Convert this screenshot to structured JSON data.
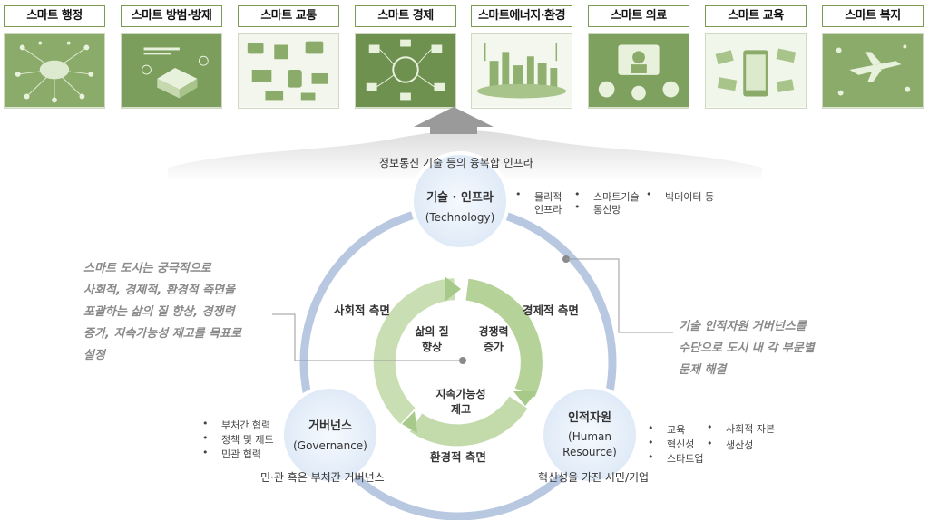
{
  "services": [
    {
      "label": "스마트 행정",
      "icon": "cloud-network-icon"
    },
    {
      "label": "스마트 방범·방재",
      "icon": "security-house-icon"
    },
    {
      "label": "스마트 교통",
      "icon": "traffic-icon"
    },
    {
      "label": "스마트 경제",
      "icon": "economy-icon"
    },
    {
      "label": "스마트에너지·환경",
      "icon": "energy-city-icon"
    },
    {
      "label": "스마트 의료",
      "icon": "medical-icon"
    },
    {
      "label": "스마트 교육",
      "icon": "education-tablet-icon"
    },
    {
      "label": "스마트 복지",
      "icon": "welfare-icon"
    }
  ],
  "infra_caption": "정보통신 기술 등의 융복합 인프라",
  "nodes": {
    "technology": {
      "title": "기술 · 인프라",
      "subtitle": "(Technology)"
    },
    "governance": {
      "title": "거버넌스",
      "subtitle": "(Governance)"
    },
    "human": {
      "title": "인적자원",
      "subtitle_1": "(Human",
      "subtitle_2": "Resource)"
    }
  },
  "aspects": {
    "social": "사회적 측면",
    "economic": "경제적 측면",
    "environmental": "환경적 측면"
  },
  "inner": {
    "quality_1": "삶의 질",
    "quality_2": "향상",
    "competitiveness_1": "경쟁력",
    "competitiveness_2": "증가",
    "sustainability_1": "지속가능성",
    "sustainability_2": "제고"
  },
  "tech_bullets": {
    "physical_1": "물리적",
    "physical_2": "인프라",
    "smart_tech": "스마트기술",
    "network": "통신망",
    "bigdata": "빅데이터 등"
  },
  "gov_bullets": [
    "부처간 협력",
    "정책 및 제도",
    "민관 협력"
  ],
  "hr_bullets": {
    "education": "교육",
    "innovation": "혁신성",
    "startup": "스타트업",
    "social_capital": "사회적 자본",
    "productivity": "생산성"
  },
  "gov_caption": "민·관 혹은 부처간 거버넌스",
  "hr_caption": "혁신성을 가진 시민/기업",
  "left_callout": [
    "스마트 도시는 궁극적으로",
    "사회적, 경제적, 환경적 측면을",
    "포괄하는 삶의 질 향상, 경쟁력",
    "증가, 지속가능성 제고를 목표로",
    "설정"
  ],
  "right_callout": [
    "기술 인적자원 거버넌스를",
    "수단으로 도시 내 각 부문별",
    "문제 해결"
  ],
  "colors": {
    "tile_green": "#7fa160",
    "ring_blue": "#b7c8e0",
    "node_fill": "#e8f0fa",
    "inner_green": "#c9dfb3",
    "callout_gray": "#8a8a8a"
  }
}
